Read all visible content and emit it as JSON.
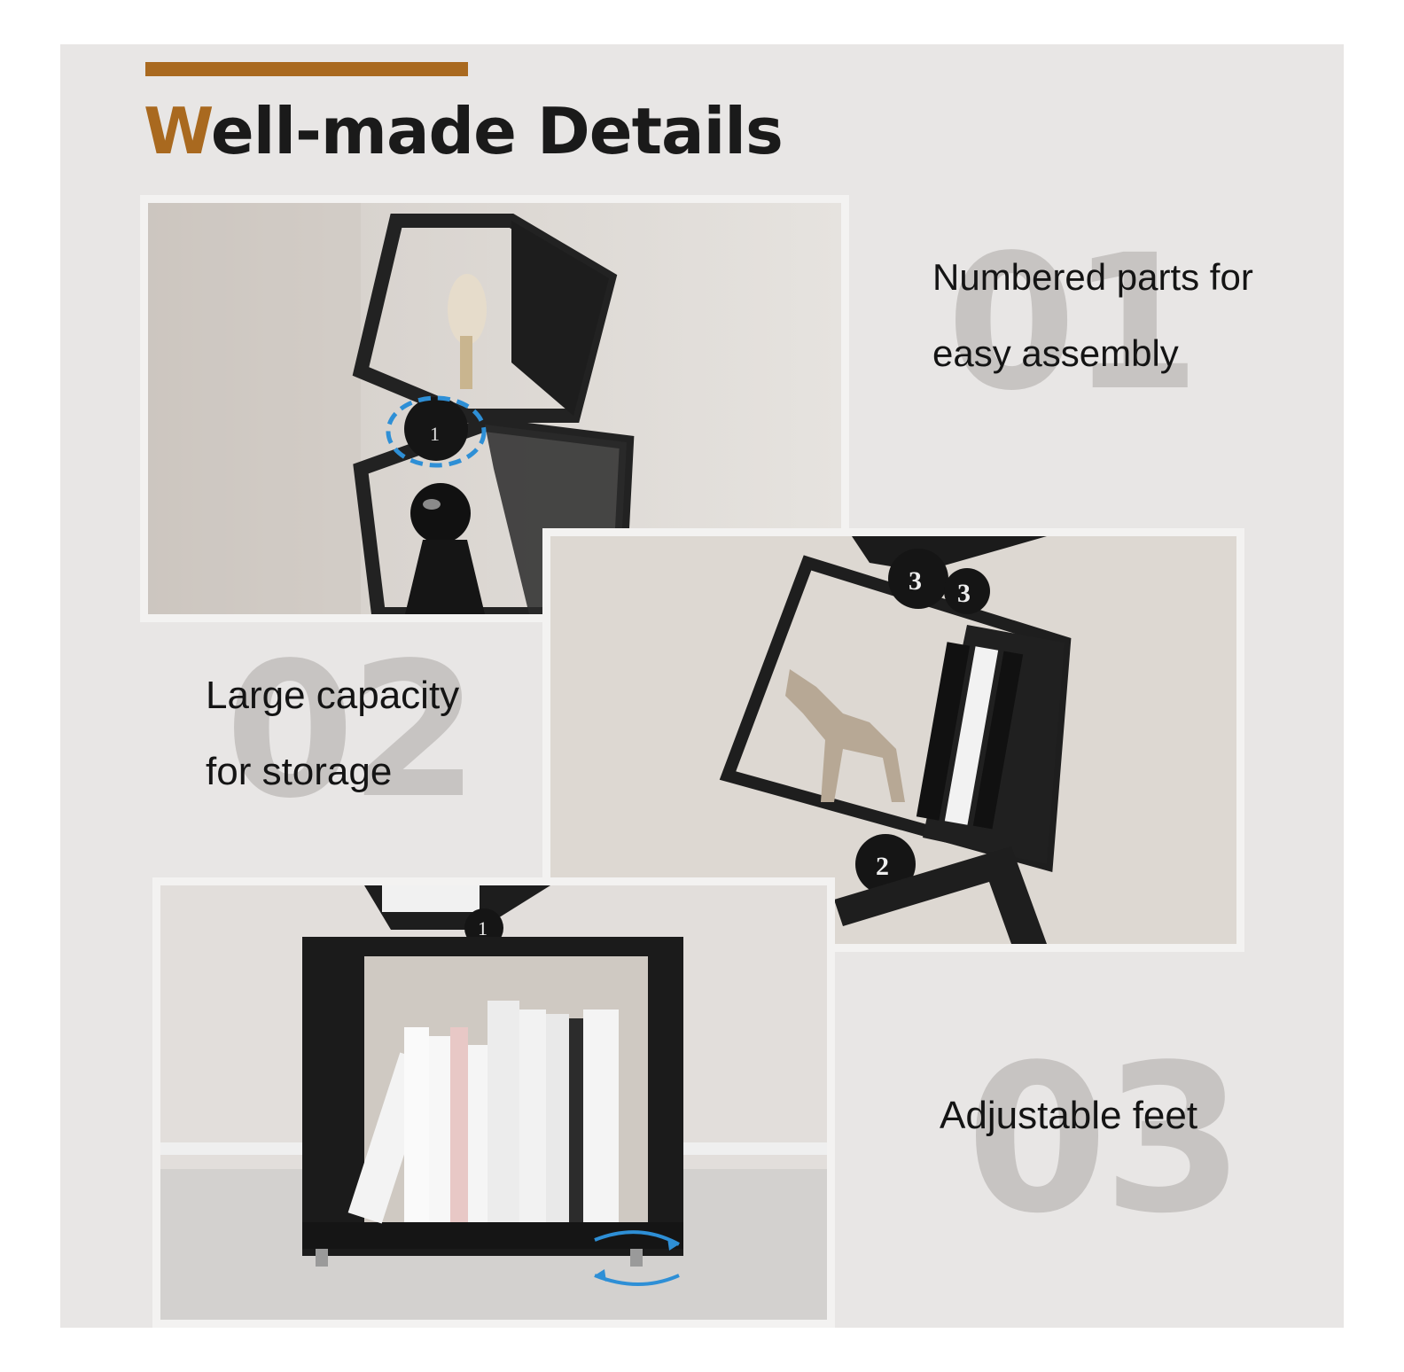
{
  "colors": {
    "accent": "#a9691f",
    "panel_bg": "#e8e6e5",
    "number_watermark": "#c7c4c2",
    "arrow_blue": "#2e8fd6"
  },
  "header": {
    "title_first_letter": "W",
    "title_rest": "ell-made Details"
  },
  "features": [
    {
      "number": "01",
      "line1": "Numbered parts for",
      "line2": "easy assembly"
    },
    {
      "number": "02",
      "line1": "Large capacity",
      "line2": "for storage"
    },
    {
      "number": "03",
      "line1": "Adjustable feet"
    }
  ],
  "photos": {
    "photo1_connector_label": "1",
    "photo2_labels": [
      "3",
      "3",
      "2"
    ],
    "photo3_label": "1"
  }
}
